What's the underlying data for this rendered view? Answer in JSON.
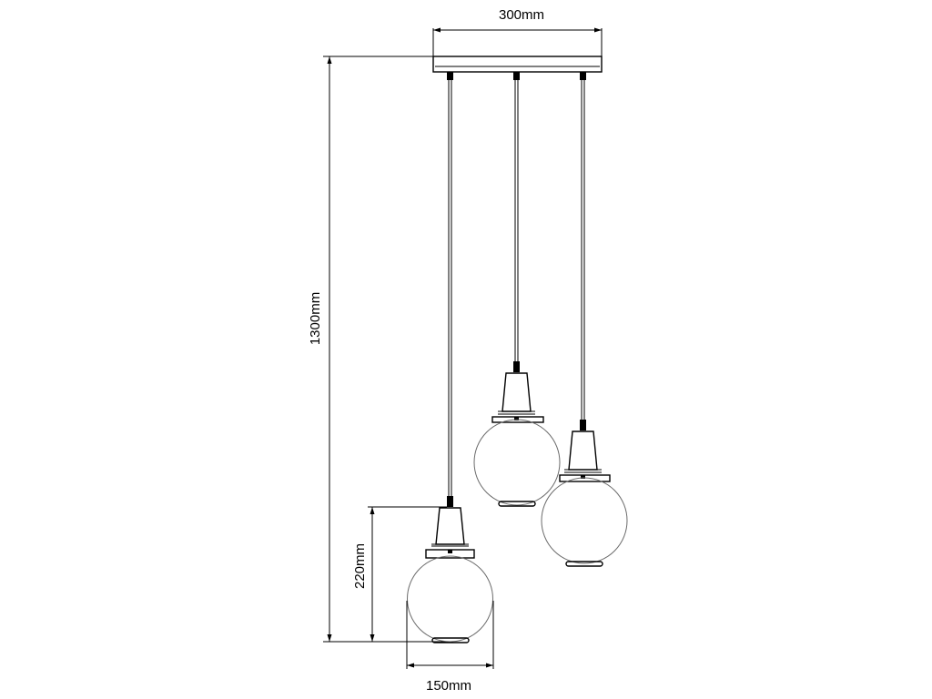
{
  "dimensions": {
    "canopy_width": "300mm",
    "overall_height": "1300mm",
    "shade_height": "220mm",
    "shade_width": "150mm"
  },
  "pendants": [
    {
      "id": "left"
    },
    {
      "id": "center"
    },
    {
      "id": "right"
    }
  ]
}
